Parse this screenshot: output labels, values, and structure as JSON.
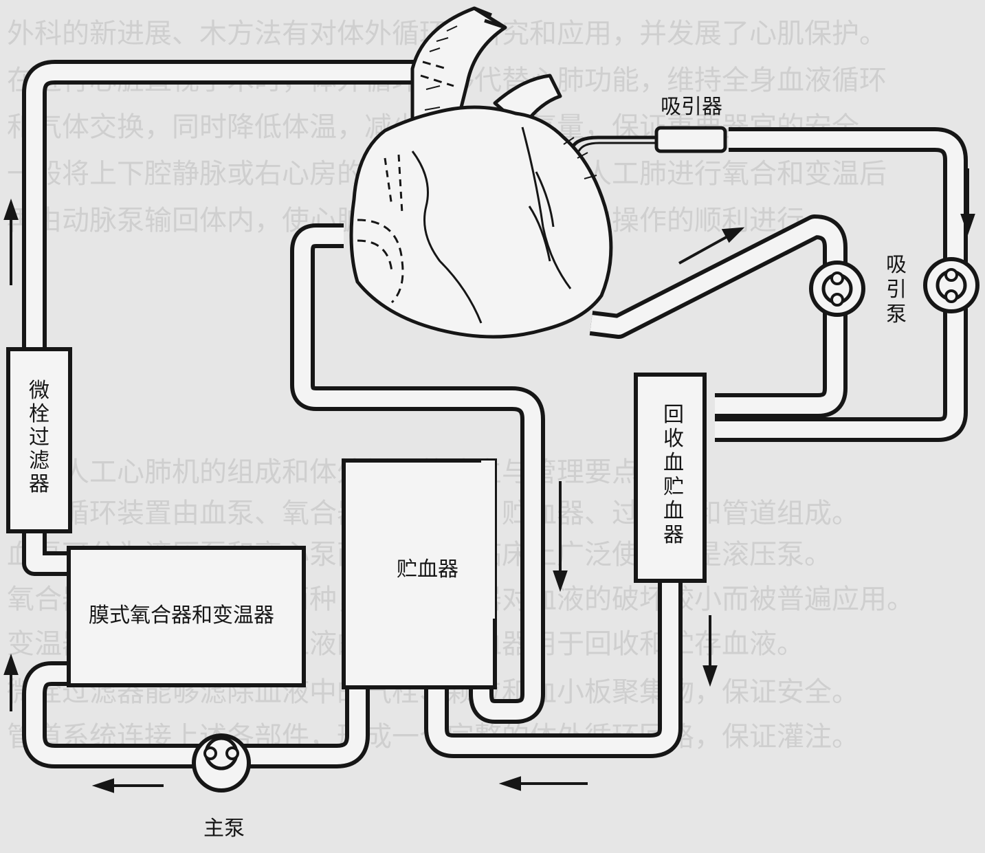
{
  "labels": {
    "suction_device": "吸引器",
    "suction_pump": [
      "吸",
      "引",
      "泵"
    ],
    "micro_filter": [
      "微",
      "栓",
      "过",
      "滤",
      "器"
    ],
    "recovery_reservoir": [
      "回",
      "收",
      "血",
      "贮",
      "血",
      "器"
    ],
    "reservoir": "贮血器",
    "oxygenator": "膜式氧合器和变温器",
    "main_pump": "主泵"
  },
  "background_text": [
    "外科的新进展、木方法有对体外循环的研究和应用，并发展了心肌保护。",
    "在进行心脏直视手术时，体外循环能够代替心肺功能，维持全身血液循环",
    "和气体交换，同时降低体温，减少组织的耗氧量，保证重要器官的安全。",
    "一般将上下腔静脉或右心房的静脉血引出，经过人工肺进行氧合和变温后",
    "再由动脉泵输回体内，使心脏停止跳动以便于心内操作的顺利进行。",
    "一、人工心肺机的组成和体外循环的建立与管理要点",
    "体外循环装置由血泵、氧合器、变温器、贮血器、过滤器和管道组成。",
    "血泵可分为滚压泵和离心泵两种，目前临床上广泛使用的是滚压泵。",
    "氧合器有鼓泡式和膜式两种，膜式氧合器对血液的破坏较小而被普遍应用。",
    "变温器通过水循环调节血液的温度，贮血器用于回收和贮存血液。",
    "微栓过滤器能够滤除血液中的气栓、颗粒和血小板聚集物，保证安全。",
    "管道系统连接上述各部件，形成一个完整的体外循环回路，保证灌注。"
  ],
  "colors": {
    "ink": "#161616",
    "paper": "#e6e6e6",
    "pipe_fill": "#f4f4f4",
    "bg_text": "#cfcfcf"
  },
  "icons": [
    "heart-illustration",
    "flow-arrow",
    "roller-pump-icon"
  ]
}
